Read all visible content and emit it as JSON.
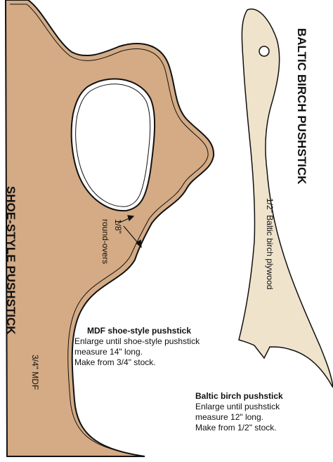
{
  "colors": {
    "mdf": "#d4ab85",
    "birch": "#efe3cc",
    "outline": "#111111"
  },
  "shoe": {
    "title": "SHOE-STYLE PUSHSTICK",
    "material_label": "3/4\" MDF",
    "roundover_line1": "1/8\"",
    "roundover_line2": "round-overs",
    "note_heading": "MDF shoe-style pushstick",
    "note_lines": [
      "Enlarge until shoe-style pushstick",
      "measure 14\" long.",
      "Make from 3/4\" stock."
    ]
  },
  "birch": {
    "title": "BALTIC BIRCH PUSHSTICK",
    "material_label": "1/2\" Baltic birch plywood",
    "note_heading": "Baltic birch pushstick",
    "note_lines": [
      "Enlarge until pushstick",
      "measure 12\" long.",
      "Make from 1/2\" stock."
    ]
  }
}
